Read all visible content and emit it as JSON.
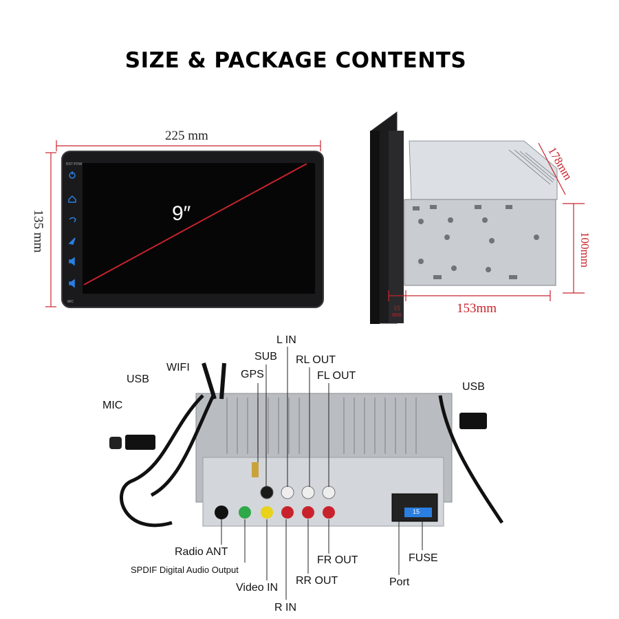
{
  "title": "SIZE & PACKAGE CONTENTS",
  "colors": {
    "accent_red": "#c8232c",
    "icon_blue": "#2a7fe0",
    "chassis": "#c9ccd0"
  },
  "front_view": {
    "width_label": "225 mm",
    "height_label": "135 mm",
    "diagonal_label": "9″",
    "top_bar_text": "RST POW",
    "bottom_bar_text": "MIC",
    "side_icons": [
      "power-icon",
      "home-icon",
      "back-icon",
      "navigation-icon",
      "volume-up-icon",
      "volume-down-icon"
    ]
  },
  "side_view": {
    "depth_label": "178mm",
    "height_label": "100mm",
    "length_label": "153mm",
    "panel_depth_value": "15",
    "panel_depth_unit": "mm"
  },
  "rear_view": {
    "labels": {
      "usb_left": "USB",
      "mic": "MIC",
      "wifi": "WIFI",
      "gps": "GPS",
      "sub": "SUB",
      "l_in": "L IN",
      "rl_out": "RL OUT",
      "fl_out": "FL OUT",
      "usb_right": "USB",
      "radio_ant": "Radio ANT",
      "spdif": "SPDIF Digital Audio Output",
      "video_in": "Video IN",
      "r_in": "R IN",
      "rr_out": "RR OUT",
      "fr_out": "FR OUT",
      "fuse": "FUSE",
      "port": "Port"
    },
    "fuse_value": "15"
  }
}
